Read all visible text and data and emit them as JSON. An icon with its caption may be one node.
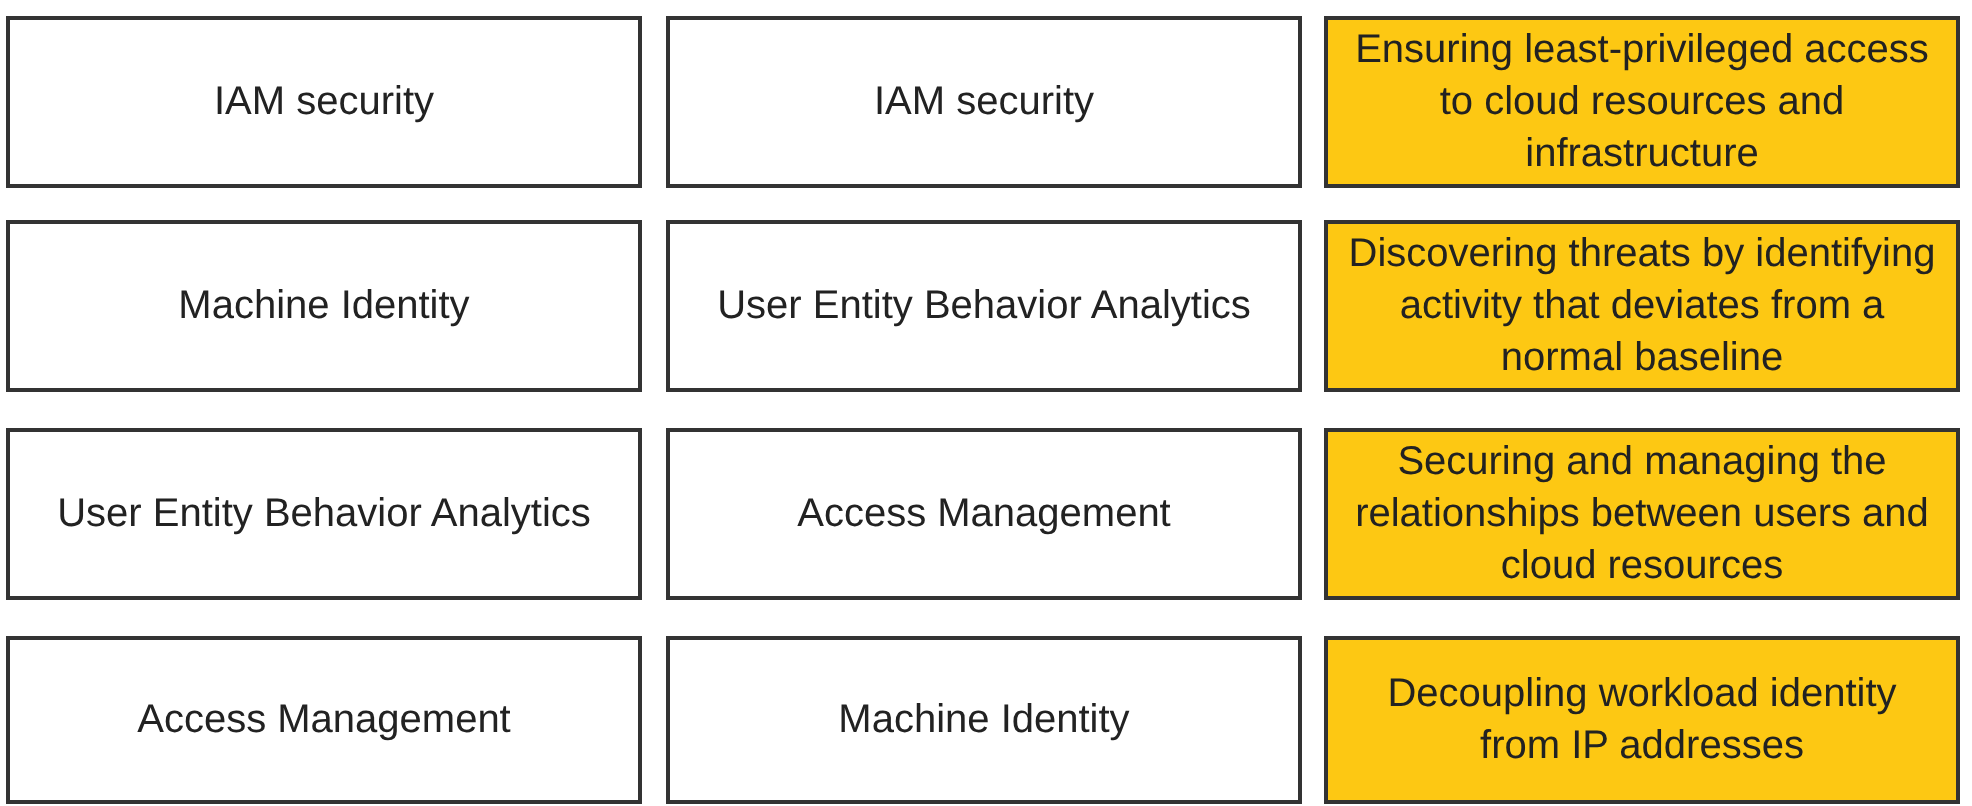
{
  "diagram": {
    "nodes": [
      {
        "text": [
          "IAM security"
        ]
      },
      {
        "text": [
          "IAM security"
        ]
      },
      {
        "text": [
          "Ensuring least-privileged access to cloud resources and infrastructure"
        ]
      },
      {
        "text": [
          "Machine Identity"
        ]
      },
      {
        "text": [
          "User Entity Behavior Analytics"
        ]
      },
      {
        "text": [
          "Discovering threats by identifying activity that deviates from a normal baseline"
        ]
      },
      {
        "text": [
          "User Entity Behavior Analytics"
        ]
      },
      {
        "text": [
          "Access Management"
        ]
      },
      {
        "text": [
          "Securing and managing the relationships between users and cloud resources"
        ]
      },
      {
        "text": [
          "Access Management"
        ]
      },
      {
        "text": [
          "Machine Identity"
        ]
      },
      {
        "text": [
          "Decoupling workload identity from IP addresses"
        ]
      }
    ]
  }
}
